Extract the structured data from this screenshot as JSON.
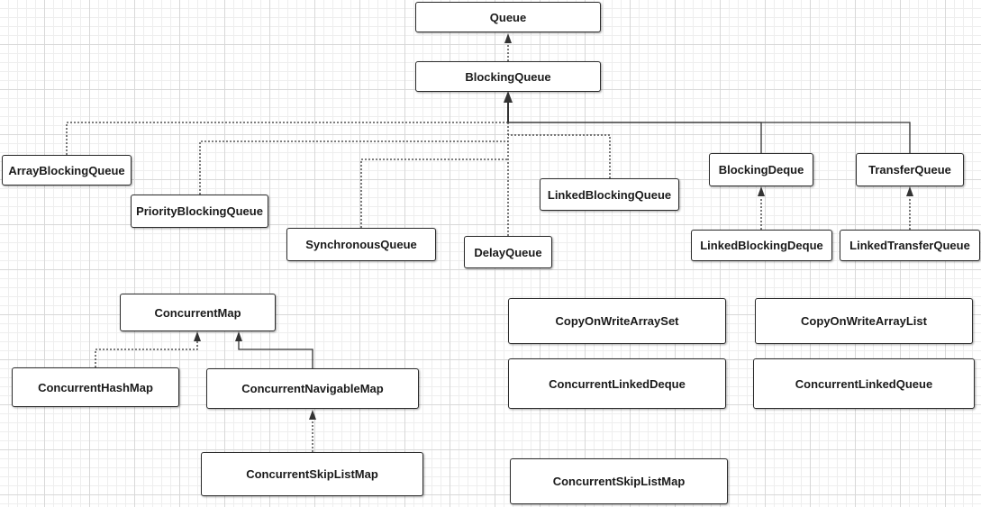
{
  "nodes": {
    "queue": "Queue",
    "blocking_queue": "BlockingQueue",
    "array_blocking_queue": "ArrayBlockingQueue",
    "priority_blocking_queue": "PriorityBlockingQueue",
    "synchronous_queue": "SynchronousQueue",
    "delay_queue": "DelayQueue",
    "linked_blocking_queue": "LinkedBlockingQueue",
    "blocking_deque": "BlockingDeque",
    "transfer_queue": "TransferQueue",
    "linked_blocking_deque": "LinkedBlockingDeque",
    "linked_transfer_queue": "LinkedTransferQueue",
    "concurrent_map": "ConcurrentMap",
    "concurrent_hash_map": "ConcurrentHashMap",
    "concurrent_navigable_map": "ConcurrentNavigableMap",
    "concurrent_skip_list_map_left": "ConcurrentSkipListMap",
    "copy_on_write_array_set": "CopyOnWriteArraySet",
    "copy_on_write_array_list": "CopyOnWriteArrayList",
    "concurrent_linked_deque": "ConcurrentLinkedDeque",
    "concurrent_linked_queue": "ConcurrentLinkedQueue",
    "concurrent_skip_list_map_right": "ConcurrentSkipListMap"
  },
  "edges": [
    {
      "from": "blocking_queue",
      "to": "queue",
      "style": "dashed"
    },
    {
      "from": "array_blocking_queue",
      "to": "blocking_queue",
      "style": "dashed"
    },
    {
      "from": "priority_blocking_queue",
      "to": "blocking_queue",
      "style": "dashed"
    },
    {
      "from": "synchronous_queue",
      "to": "blocking_queue",
      "style": "dashed"
    },
    {
      "from": "delay_queue",
      "to": "blocking_queue",
      "style": "dashed"
    },
    {
      "from": "linked_blocking_queue",
      "to": "blocking_queue",
      "style": "dashed"
    },
    {
      "from": "blocking_deque",
      "to": "blocking_queue",
      "style": "solid"
    },
    {
      "from": "transfer_queue",
      "to": "blocking_queue",
      "style": "solid"
    },
    {
      "from": "linked_blocking_deque",
      "to": "blocking_deque",
      "style": "dashed"
    },
    {
      "from": "linked_transfer_queue",
      "to": "transfer_queue",
      "style": "dashed"
    },
    {
      "from": "concurrent_hash_map",
      "to": "concurrent_map",
      "style": "dashed"
    },
    {
      "from": "concurrent_navigable_map",
      "to": "concurrent_map",
      "style": "solid"
    },
    {
      "from": "concurrent_skip_list_map_left",
      "to": "concurrent_navigable_map",
      "style": "dashed"
    }
  ]
}
